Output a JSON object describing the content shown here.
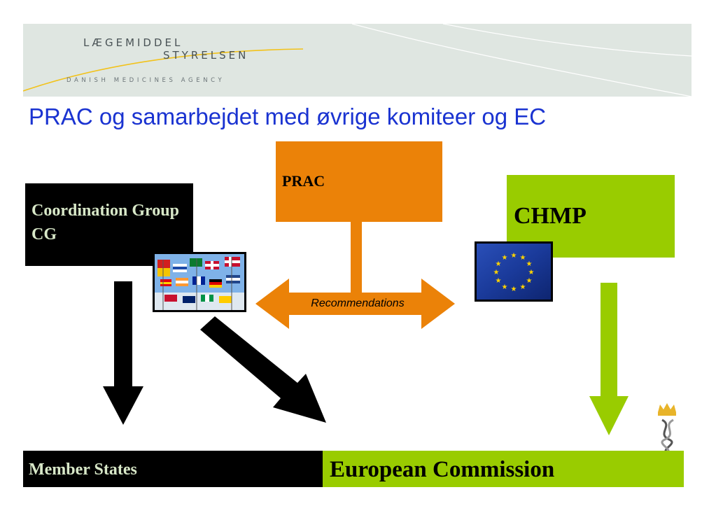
{
  "header": {
    "logo_top": "LÆGEMIDDEL",
    "logo_bottom": "STYRELSEN",
    "logo_subtitle": "DANISH MEDICINES AGENCY",
    "logo_line_color": "#f2c21a"
  },
  "title": "PRAC og samarbejdet med øvrige komiteer og EC",
  "nodes": {
    "coordination_group": "Coordination Group CG",
    "prac": "PRAC",
    "chmp": "CHMP",
    "member_states": "Member States",
    "european_commission": "European Commission"
  },
  "edge_label": "Recommendations",
  "colors": {
    "title_blue": "#1a33d1",
    "prac_orange": "#eb8208",
    "chmp_green": "#99cc00",
    "cg_black": "#000000",
    "light_label": "#d8e8c8",
    "crest_gold": "#e8b42a"
  },
  "icons": [
    "eu-flags-icon",
    "eu-flag-icon",
    "royal-crest-icon"
  ]
}
